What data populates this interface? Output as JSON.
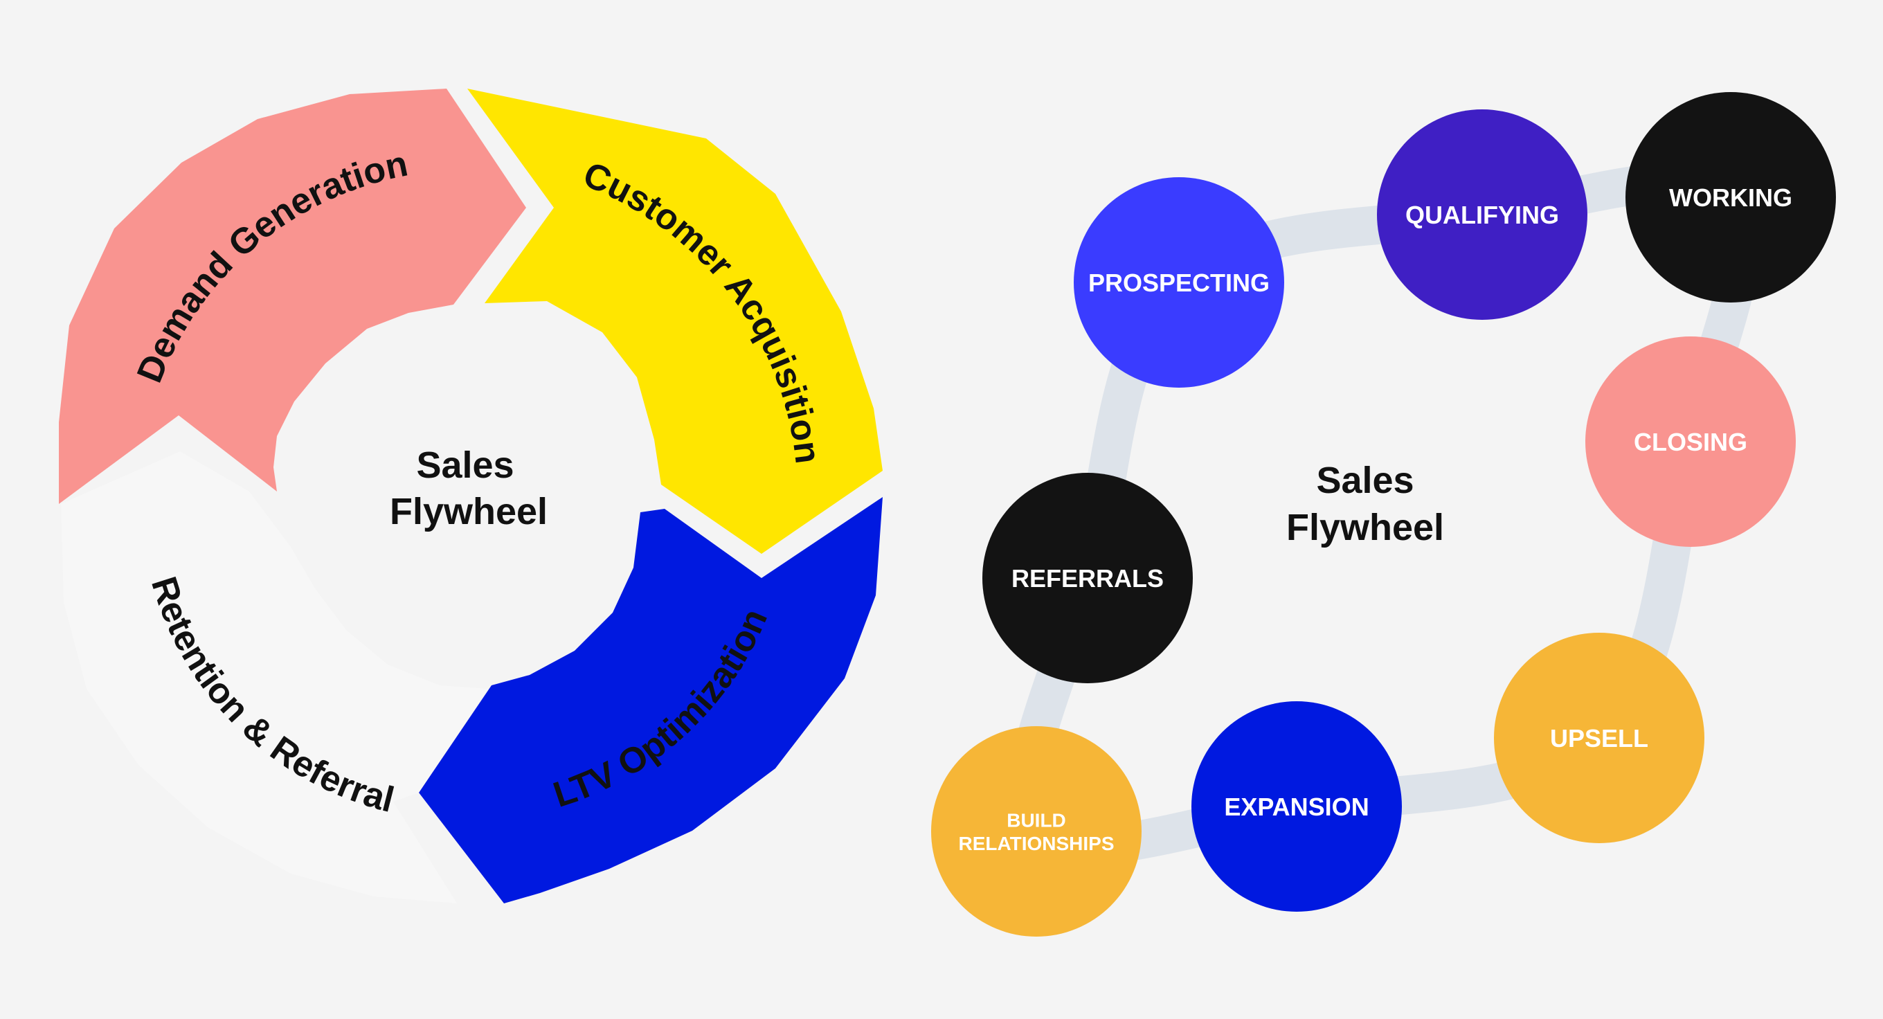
{
  "left_diagram": {
    "center_lines": [
      "Sales",
      "Flywheel"
    ],
    "segments": [
      {
        "label": "Demand Generation",
        "color": "#f99490",
        "text_color": "#111111"
      },
      {
        "label": "Customer Acquisition",
        "color": "#ffe600",
        "text_color": "#111111"
      },
      {
        "label": "LTV Optimization",
        "color": "#0019e0",
        "text_color": "#111111"
      },
      {
        "label": "Retention & Referral",
        "color": "#f7f7f7",
        "text_color": "#111111"
      }
    ]
  },
  "right_diagram": {
    "center_lines": [
      "Sales",
      "Flywheel"
    ],
    "path_color": "#dde3ea",
    "nodes": [
      {
        "label_lines": [
          "PROSPECTING"
        ],
        "color": "#3a3cff"
      },
      {
        "label_lines": [
          "QUALIFYING"
        ],
        "color": "#3f1fc4"
      },
      {
        "label_lines": [
          "WORKING"
        ],
        "color": "#131313"
      },
      {
        "label_lines": [
          "CLOSING"
        ],
        "color": "#f99490"
      },
      {
        "label_lines": [
          "UPSELL"
        ],
        "color": "#f6b637"
      },
      {
        "label_lines": [
          "EXPANSION"
        ],
        "color": "#0019e0"
      },
      {
        "label_lines": [
          "BUILD",
          "RELATIONSHIPS"
        ],
        "color": "#f6b637"
      },
      {
        "label_lines": [
          "REFERRALS"
        ],
        "color": "#131313"
      }
    ]
  }
}
